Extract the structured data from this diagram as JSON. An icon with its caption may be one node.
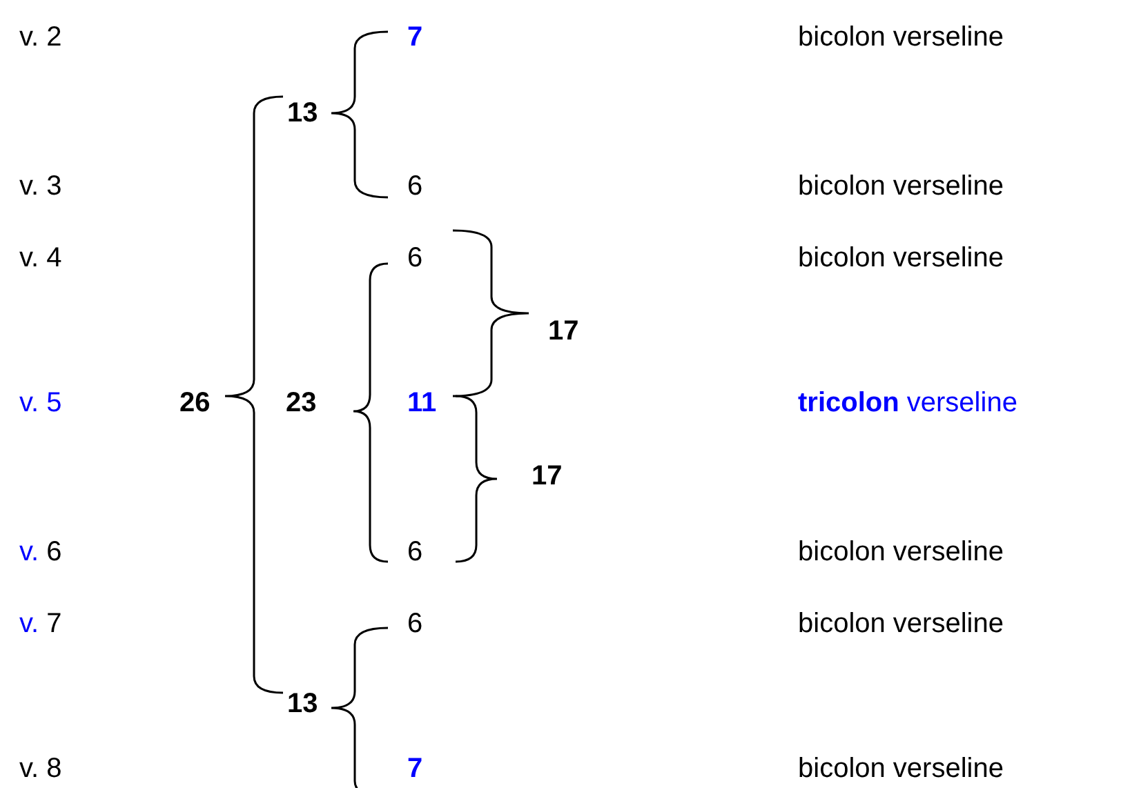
{
  "diagram": {
    "labels": [
      "v. 2",
      "7",
      "bicolon verseline",
      "13",
      "v. 3",
      "6",
      "bicolon verseline",
      "v. 4",
      "6",
      "bicolon verseline",
      "17",
      "v. 5",
      "26",
      "23",
      "11",
      "**tricolon** verseline",
      "17",
      "v. 6",
      "6",
      "bicolon verseline",
      "v. 7",
      "6",
      "bicolon verseline",
      "13",
      "v. 8",
      "7",
      "bicolon verseline"
    ]
  }
}
